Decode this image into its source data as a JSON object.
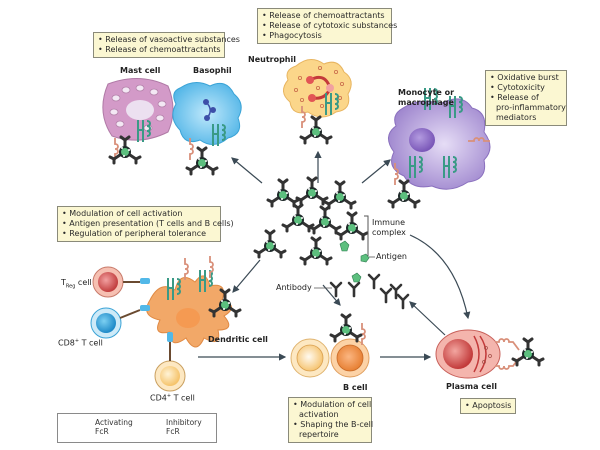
{
  "cells": {
    "mast_cell": "Mast cell",
    "basophil": "Basophil",
    "neutrophil": "Neutrophil",
    "monocyte_line1": "Monocyte or",
    "monocyte_line2": "macrophage",
    "treg_main": "T",
    "treg_sub": "Reg",
    "treg_suffix": " cell",
    "cd8_main": "CD8",
    "cd8_sup": "+",
    "cd8_suffix": " T cell",
    "cd4_main": "CD4",
    "cd4_sup": "+",
    "cd4_suffix": " T cell",
    "dendritic_cell": "Dendritic cell",
    "b_cell": "B cell",
    "plasma_cell": "Plasma cell"
  },
  "boxes": {
    "mast_basophil": [
      "Release of vasoactive substances",
      "Release of chemoattractants"
    ],
    "neutrophil": [
      "Release of chemoattractants",
      "Release of cytotoxic substances",
      "Phagocytosis"
    ],
    "monocyte": [
      "Oxidative burst",
      "Cytotoxicity",
      "Release of",
      "pro-inflammatory",
      "mediators"
    ],
    "dendritic": [
      "Modulation of cell activation",
      "Antigen presentation (T cells and B cells)",
      "Regulation of peripheral tolerance"
    ],
    "b_cell": [
      "Modulation of cell",
      "activation",
      "Shaping the B-cell",
      "repertoire"
    ],
    "plasma": [
      "Apoptosis"
    ]
  },
  "center": {
    "immune_complex_line1": "Immune",
    "immune_complex_line2": "complex",
    "antigen": "Antigen",
    "antibody": "Antibody"
  },
  "legend": {
    "activating_line1": "Activating",
    "activating_line2": "FcR",
    "inhibitory_line1": "Inhibitory",
    "inhibitory_line2": "FcR"
  },
  "colors": {
    "box_fill": "#fbf7d2",
    "activating_fcr": "#3a9a86",
    "inhibitory_fcr": "#d9907a",
    "mast_cell": "#d39ac8",
    "basophil": "#52b8e8",
    "neutrophil": "#fbd68a",
    "macrophage": "#a58fd0",
    "dendritic": "#f2a868",
    "plasma": "#e2857e",
    "antigen": "#5cbf7e"
  }
}
